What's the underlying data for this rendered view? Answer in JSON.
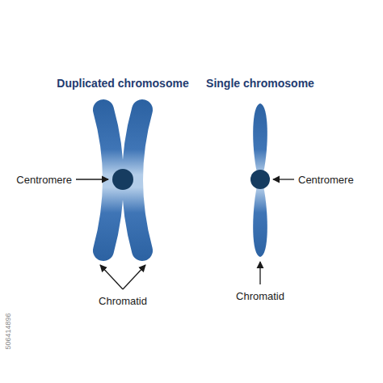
{
  "diagram": {
    "labels": [
      "Duplicated chromosome",
      "Single chromosome",
      "Centromere",
      "Centromere",
      "Chromatid",
      "Chromatid",
      "506414896"
    ]
  }
}
